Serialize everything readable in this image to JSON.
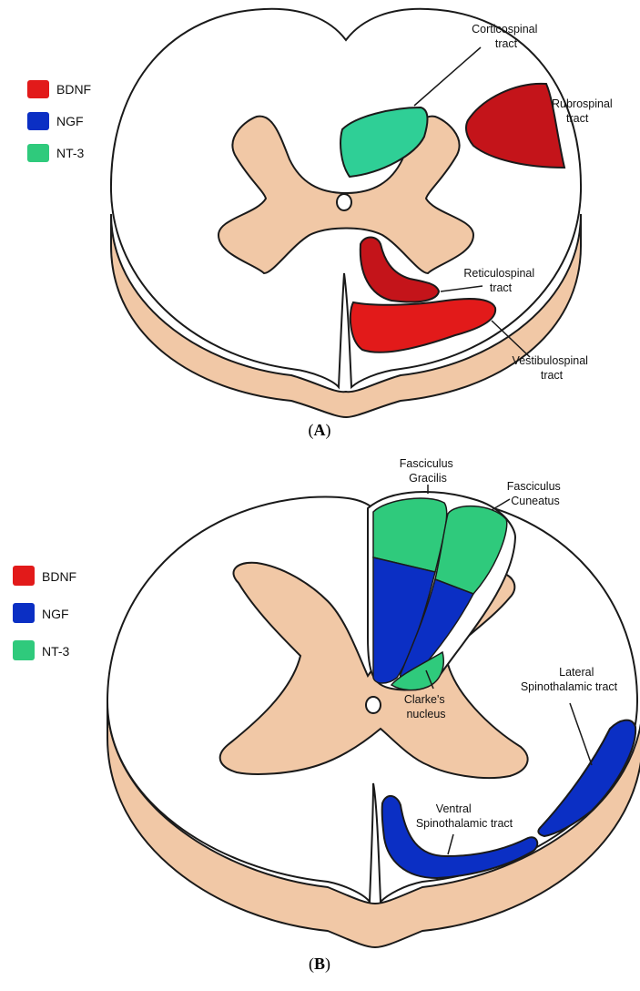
{
  "colors": {
    "bdnf": "#e21a1a",
    "ngf": "#0b2fc4",
    "nt3": "#2fca7c",
    "dark_red": "#c4141a",
    "teal": "#2fcf96",
    "grey_matter": "#f1c8a6",
    "outline": "#1a1a1a"
  },
  "panel_a": {
    "legend": [
      {
        "label": "BDNF",
        "color_key": "bdnf"
      },
      {
        "label": "NGF",
        "color_key": "ngf"
      },
      {
        "label": "NT-3",
        "color_key": "nt3"
      }
    ],
    "labels": {
      "corticospinal": [
        "Corticospinal",
        "tract"
      ],
      "rubrospinal": [
        "Rubrospinal",
        "tract"
      ],
      "reticulospinal": [
        "Reticulospinal",
        "tract"
      ],
      "vestibulospinal": [
        "Vestibulospinal",
        "tract"
      ]
    },
    "caption": {
      "open": "(",
      "letter": "A",
      "close": ")"
    }
  },
  "panel_b": {
    "legend": [
      {
        "label": "BDNF",
        "color_key": "bdnf"
      },
      {
        "label": "NGF",
        "color_key": "ngf"
      },
      {
        "label": "NT-3",
        "color_key": "nt3"
      }
    ],
    "labels": {
      "gracilis": [
        "Fasciculus",
        "Gracilis"
      ],
      "cuneatus": [
        "Fasciculus",
        "Cuneatus"
      ],
      "clarke": [
        "Clarke's",
        "nucleus"
      ],
      "lateral_st": [
        "Lateral",
        "Spinothalamic tract"
      ],
      "ventral_st": [
        "Ventral",
        "Spinothalamic tract"
      ]
    },
    "caption": {
      "open": "(",
      "letter": "B",
      "close": ")"
    }
  }
}
